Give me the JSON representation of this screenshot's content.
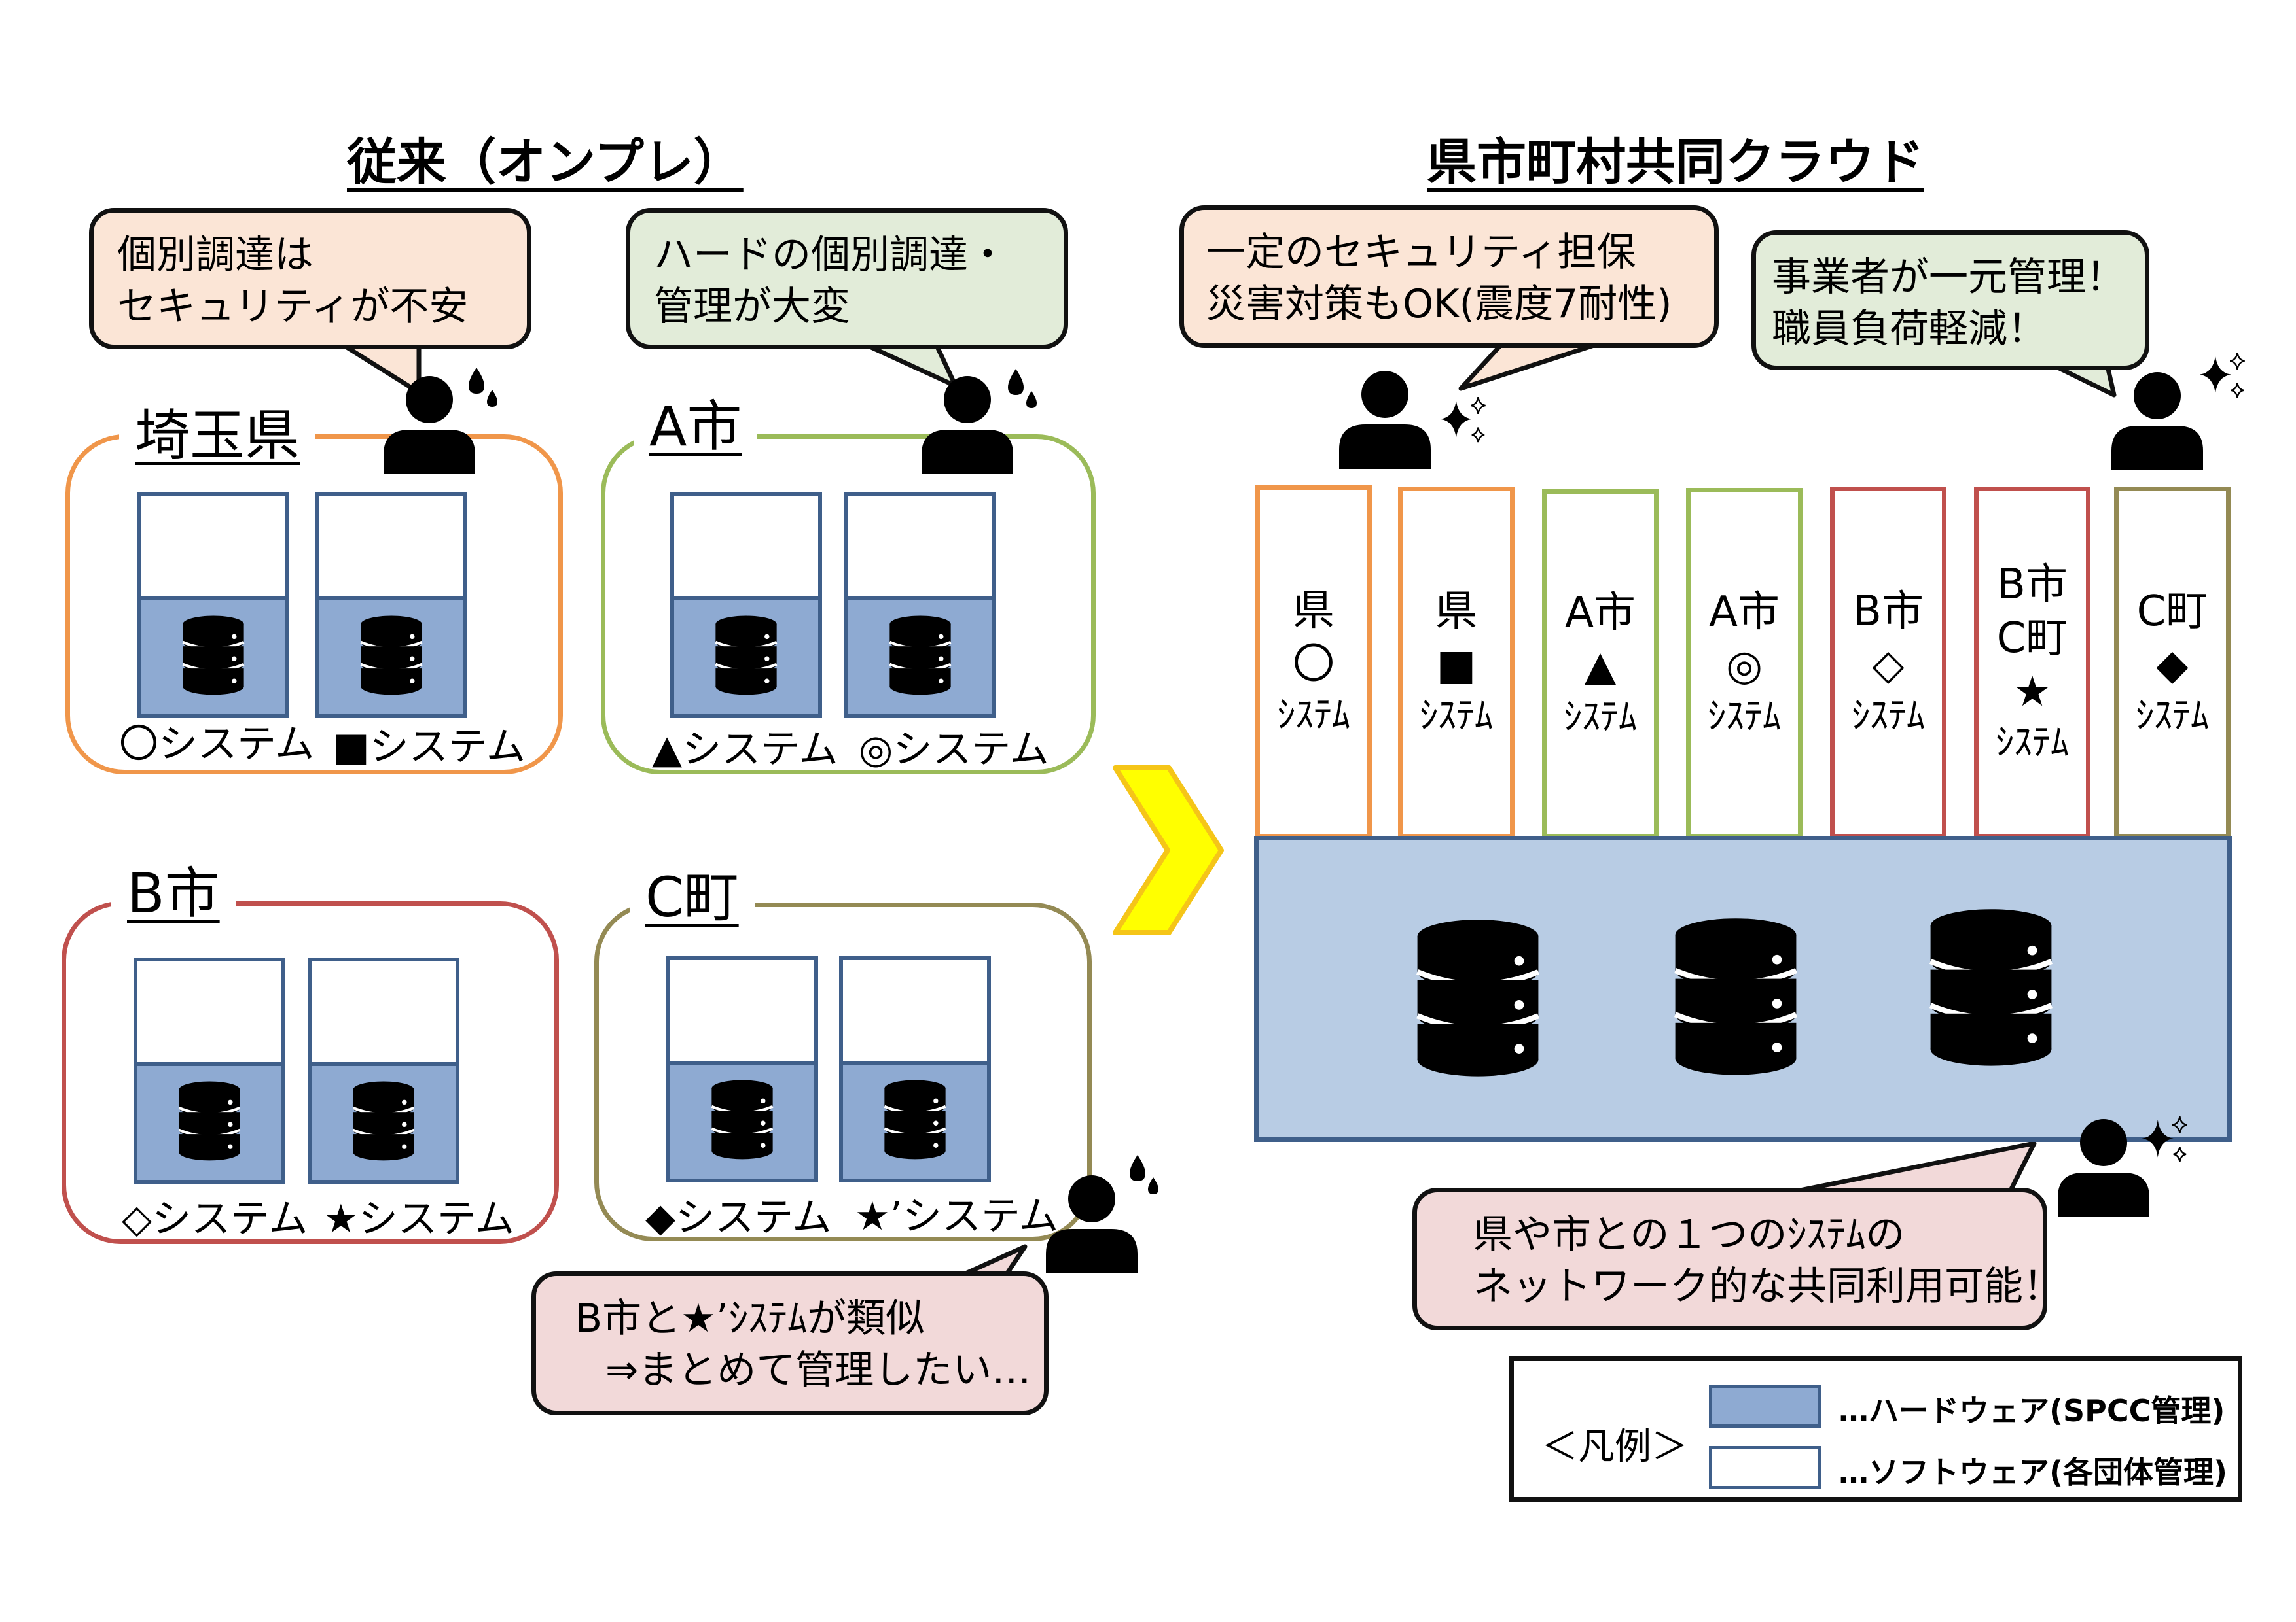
{
  "left_title": "従来（オンプレ）",
  "right_title": "県市町村共同クラウド",
  "groups": [
    {
      "label": "埼玉県",
      "color": "#f0964a",
      "systems": [
        "〇システム",
        "■システム"
      ]
    },
    {
      "label": "A市",
      "color": "#9bbb59",
      "systems": [
        "▲システム",
        "◎システム"
      ]
    },
    {
      "label": "B市",
      "color": "#c0504d",
      "systems": [
        "◇システム",
        "★システム"
      ]
    },
    {
      "label": "C町",
      "color": "#948a54",
      "systems": [
        "◆システム",
        "★’システム"
      ]
    }
  ],
  "bubbles": {
    "saitama": {
      "line1": "個別調達は",
      "line2": "セキュリティが不安"
    },
    "a_city": {
      "line1": "ハードの個別調達・",
      "line2": "管理が大変"
    },
    "c_town": {
      "line1": "B市と★’ｼｽﾃﾑが類似",
      "line2": "⇒まとめて管理したい…"
    },
    "security": {
      "line1": "一定のセキュリティ担保",
      "line2": "災害対策もOK(震度7耐性)"
    },
    "vendor": {
      "line1": "事業者が一元管理！",
      "line2": "職員負荷軽減！"
    },
    "shared": {
      "line1": "県や市との１つのｼｽﾃﾑの",
      "line2": "ネットワーク的な共同利用可能！"
    }
  },
  "cloud_columns": [
    {
      "lines": [
        "県",
        "〇",
        "ｼｽﾃﾑ"
      ],
      "color": "#f0964a"
    },
    {
      "lines": [
        "県",
        "■",
        "ｼｽﾃﾑ"
      ],
      "color": "#f0964a"
    },
    {
      "lines": [
        "A市",
        "▲",
        "ｼｽﾃﾑ"
      ],
      "color": "#9bbb59"
    },
    {
      "lines": [
        "A市",
        "◎",
        "ｼｽﾃﾑ"
      ],
      "color": "#9bbb59"
    },
    {
      "lines": [
        "B市",
        "◇",
        "ｼｽﾃﾑ"
      ],
      "color": "#c0504d"
    },
    {
      "lines": [
        "B市",
        "C町",
        "★",
        "ｼｽﾃﾑ"
      ],
      "color": "#c0504d"
    },
    {
      "lines": [
        "C町",
        "◆",
        "ｼｽﾃﾑ"
      ],
      "color": "#948a54"
    }
  ],
  "legend": {
    "title": "＜凡例＞",
    "hardware": "…ハードウェア(SPCC管理)",
    "software": "…ソフトウェア(各団体管理)"
  },
  "colors": {
    "hardware_fill": "#8eaad2",
    "hardware_border": "#3f5f8a",
    "cloud_fill": "#b8cce4",
    "arrow_fill": "#ffff00",
    "arrow_stroke": "#f5c518"
  },
  "icons": [
    "person-icon",
    "sweat-drop-icon",
    "sparkle-icon",
    "database-icon",
    "chevron-right-arrow"
  ]
}
